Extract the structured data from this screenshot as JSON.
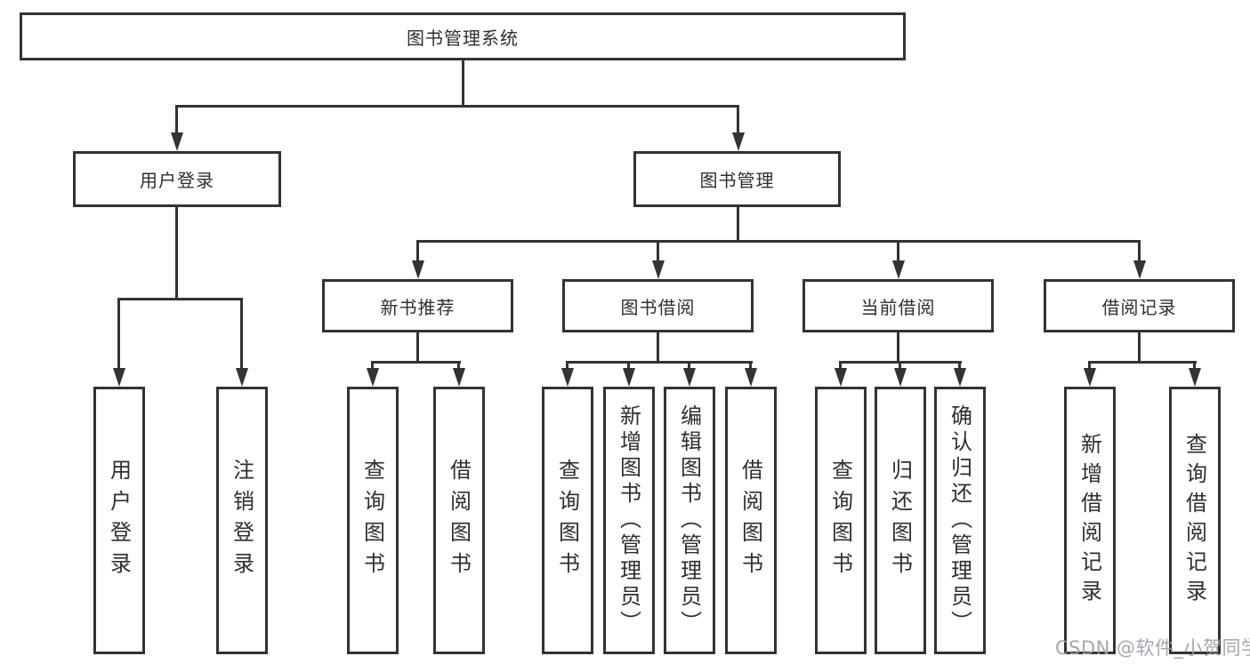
{
  "diagram_title": "图书管理系统",
  "tree": {
    "root": "图书管理系统",
    "branches": {
      "user_login": "用户登录",
      "book_mgmt": "图书管理"
    },
    "modules": {
      "new_books": "新书推荐",
      "book_borrow": "图书借阅",
      "current_borrow": "当前借阅",
      "borrow_records": "借阅记录"
    },
    "leaves": {
      "user_login": "用户登录",
      "logout": "注销登录",
      "nb_query": "查询图书",
      "nb_borrow": "借阅图书",
      "bb_query": "查询图书",
      "bb_add": "新增图书（管理员）",
      "bb_edit": "编辑图书（管理员）",
      "bb_borrow": "借阅图书",
      "cb_query": "查询图书",
      "cb_return": "归还图书",
      "cb_confirm": "确认归还（管理员）",
      "br_add": "新增借阅记录",
      "br_query": "查询借阅记录"
    }
  },
  "watermark": "CSDN @软件_小贺同学",
  "colors": {
    "line": "#333333",
    "text": "#2f2f2f",
    "box_fill": "#ffffff",
    "watermark": "#9d9caa",
    "background": "#ffffff"
  }
}
